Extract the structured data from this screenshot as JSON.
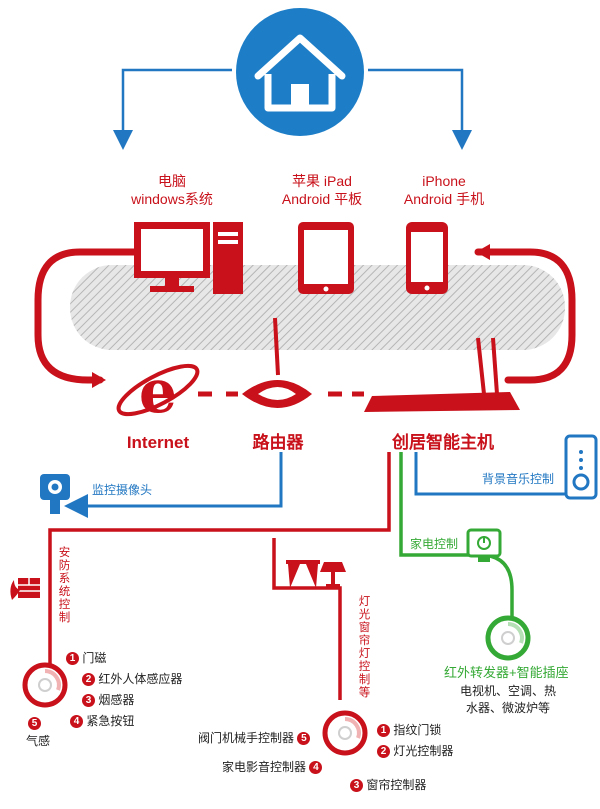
{
  "devices": {
    "pc": {
      "line1": "电脑",
      "line2": "windows系统"
    },
    "tablet": {
      "line1": "苹果 iPad",
      "line2": "Android 平板"
    },
    "phone": {
      "line1": "iPhone",
      "line2": "Android 手机"
    }
  },
  "network": {
    "internet": "Internet",
    "router": "路由器",
    "hub": "创居智能主机"
  },
  "branches": {
    "camera": "监控摄像头",
    "music": "背景音乐控制",
    "appliance": "家电控制",
    "security": "安防系统控制",
    "lighting": "灯光窗帘灯控制等"
  },
  "security_items": [
    {
      "num": "1",
      "label": "门磁"
    },
    {
      "num": "2",
      "label": "红外人体感应器"
    },
    {
      "num": "3",
      "label": "烟感器"
    },
    {
      "num": "4",
      "label": "紧急按钮"
    },
    {
      "num": "5",
      "label": "气感"
    }
  ],
  "lighting_items": [
    {
      "num": "1",
      "label": "指纹门锁"
    },
    {
      "num": "2",
      "label": "灯光控制器"
    },
    {
      "num": "3",
      "label": "窗帘控制器"
    },
    {
      "num": "4",
      "label": "家电影音控制器"
    },
    {
      "num": "5",
      "label": "阀门机械手控制器"
    }
  ],
  "appliance_node": {
    "title": "红外转发器+智能插座",
    "desc_line1": "电视机、空调、热",
    "desc_line2": "水器、微波炉等"
  },
  "colors": {
    "red": "#c8111a",
    "blue": "#2277c2",
    "green": "#35a935",
    "hatch": "#bfbfbf"
  },
  "icons": {
    "home": "house-icon",
    "pc": "desktop-computer-icon",
    "tablet": "tablet-icon",
    "phone": "smartphone-icon",
    "internet": "internet-explorer-icon",
    "router": "wifi-router-icon",
    "hub": "smart-home-hub-icon",
    "camera": "security-camera-icon",
    "music": "music-panel-icon",
    "appliance": "smart-socket-icon",
    "security": "firewall-icon",
    "lighting": "curtain-lamp-icon"
  }
}
